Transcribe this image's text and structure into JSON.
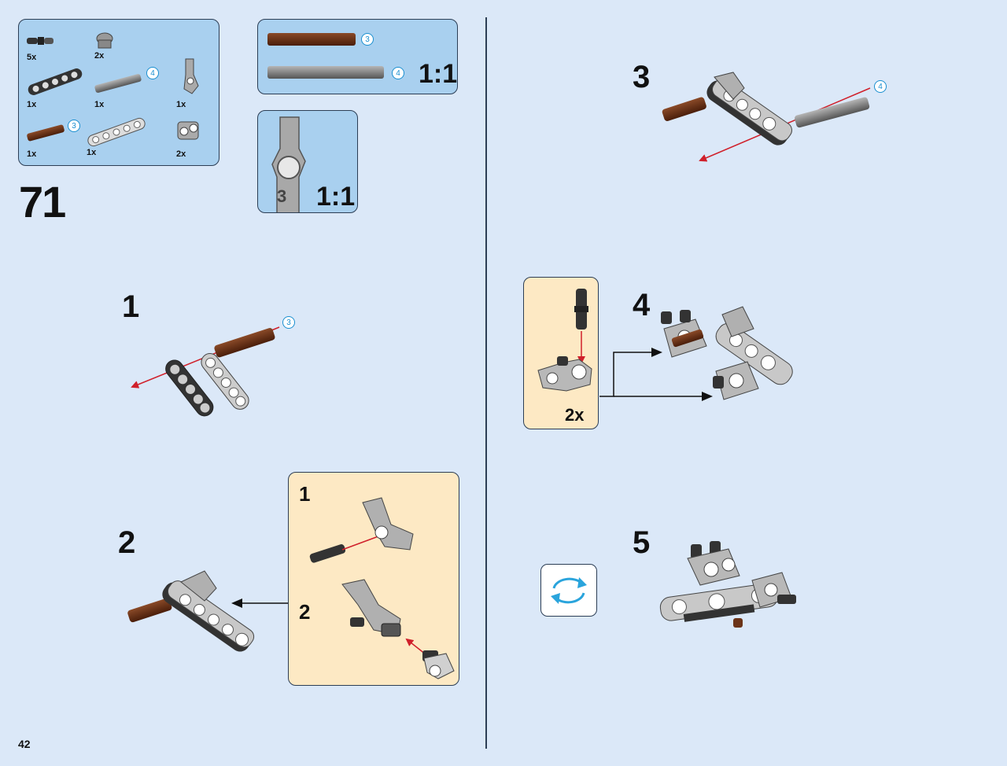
{
  "step_number": "71",
  "page_number": "42",
  "parts_list": [
    {
      "qty": "5x",
      "part": "pin-with-bush"
    },
    {
      "qty": "2x",
      "part": "axle-connector"
    },
    {
      "qty": "1x",
      "part": "beam-5-dark"
    },
    {
      "qty": "1x",
      "part": "axle-4-grey",
      "length_badge": "4"
    },
    {
      "qty": "1x",
      "part": "angle-connector"
    },
    {
      "qty": "1x",
      "part": "axle-3-brown",
      "length_badge": "3"
    },
    {
      "qty": "1x",
      "part": "beam-5-light"
    },
    {
      "qty": "2x",
      "part": "cross-block"
    }
  ],
  "scale_panel": {
    "items": [
      {
        "color": "#6b3318",
        "badge": "3"
      },
      {
        "color": "#888888",
        "badge": "4"
      }
    ],
    "scale_label": "1:1"
  },
  "angle_scale_panel": {
    "connector_number": "3",
    "scale_label": "1:1"
  },
  "substeps": [
    {
      "number": "1",
      "badge": "3"
    },
    {
      "number": "2"
    },
    {
      "number": "3",
      "badge": "4"
    },
    {
      "number": "4"
    },
    {
      "number": "5"
    }
  ],
  "callout_step2": {
    "sub1": "1",
    "sub2": "2"
  },
  "callout_step4": {
    "multiplier": "2x"
  },
  "colors": {
    "background": "#dbe8f8",
    "parts_panel": "#a9d0ef",
    "callout": "#fde9c4",
    "arrow_red": "#d0202b",
    "axle_brown": "#6b3318",
    "badge_blue": "#1a8fd0"
  },
  "icons": [
    "rotate-model-icon"
  ]
}
